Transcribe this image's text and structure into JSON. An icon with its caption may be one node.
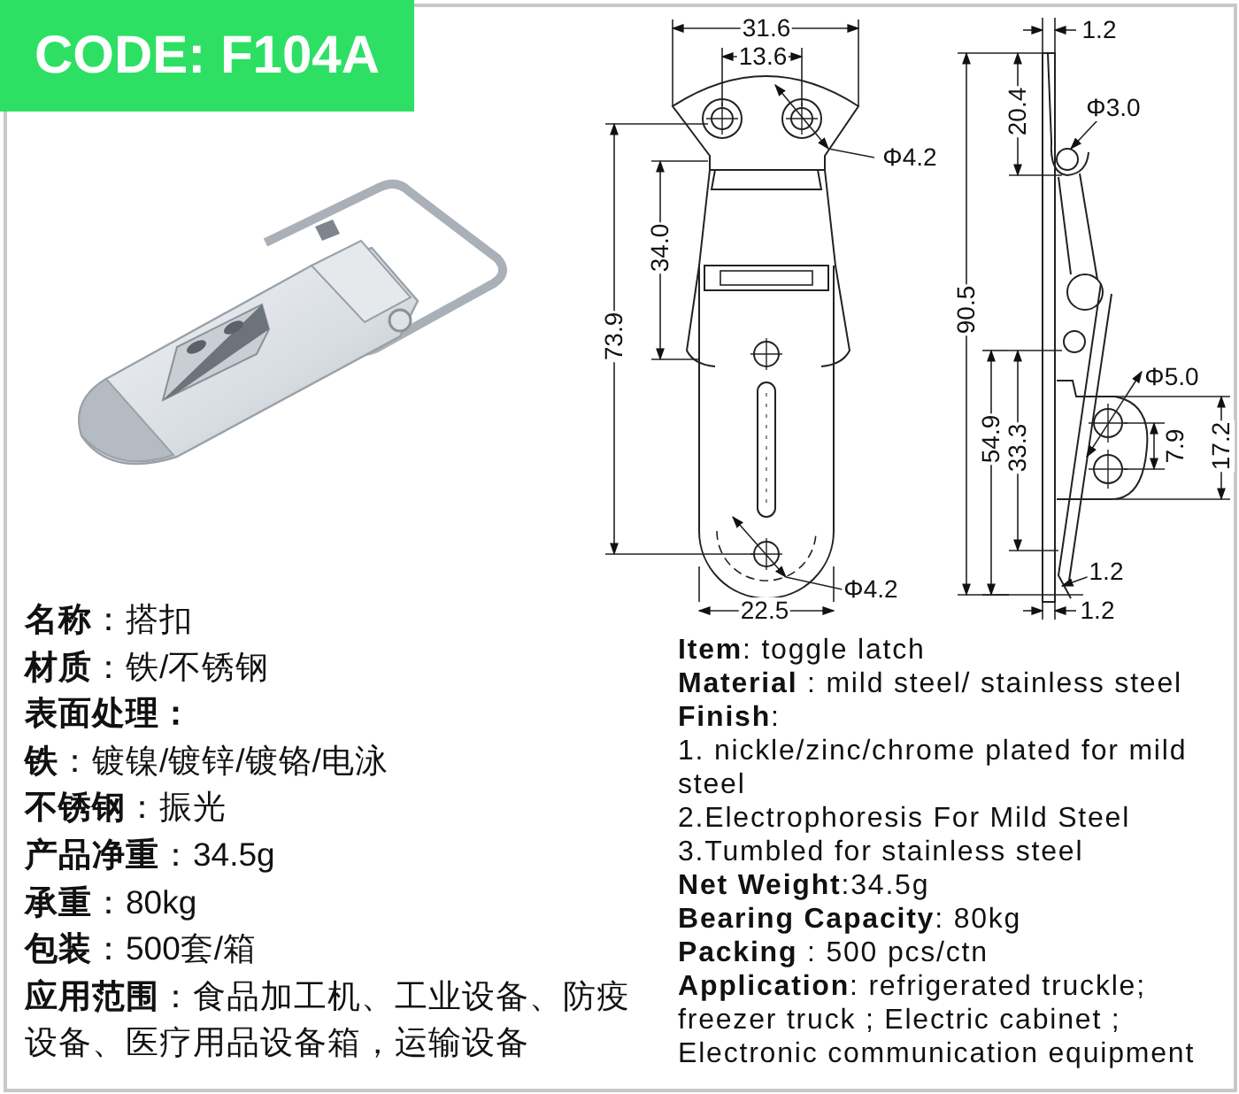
{
  "diagram": {
    "title": "CODE: F104A",
    "labels": [
      "31.6",
      "13.6",
      "1.2",
      "20.4",
      "Φ3.0",
      "Φ4.2",
      "34.0",
      "73.9",
      "90.5",
      "Φ5.0",
      "54.9",
      "33.3",
      "7.9",
      "17.2",
      "1.2",
      "Φ4.2",
      "1.2",
      "22.5",
      "**名称**：搭扣",
      "**材质**：铁/不锈钢",
      "表面处理：",
      "**铁**：镀镍/镀锌/镀铬/电泳",
      "**不锈钢**：振光",
      "**产品净重**：34.5g",
      "**承重**：80kg",
      "**包装**：500套/箱",
      "**应用范围**：食品加工机、工业设备、防疫设备、医疗用品设备箱，运输设备",
      "**Item**: toggle latch",
      "**Material** : mild steel/ stainless steel",
      "**Finish**:",
      "1. nickle/zinc/chrome plated for mild steel",
      "2.Electrophoresis For Mild Steel",
      "3.Tumbled for stainless steel",
      "**Net Weight**:34.5g",
      "**Bearing Capacity**: 80kg",
      "**Packing** : 500 pcs/ctn",
      "**Application**: refrigerated truckle; freezer truck ; Electric cabinet ; Electronic communication equipment"
    ]
  }
}
